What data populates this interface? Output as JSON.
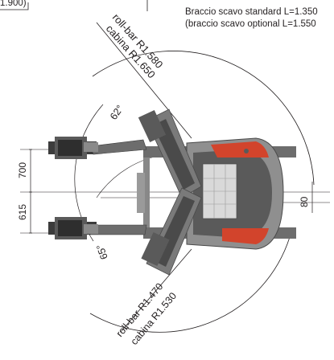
{
  "notes": {
    "top_left_fragment": "1.900)",
    "standard_arm": "Braccio scavo standard L=1.350",
    "optional_arm": "(braccio scavo optional L=1.550"
  },
  "labels": {
    "rollbar_top": "roll-bar R1.580",
    "cabin_top": "cabina R1.650",
    "rollbar_bottom": "roll-bar R1.470",
    "cabin_bottom": "cabina R1.530",
    "angle_top": "62°",
    "angle_bottom": "65°",
    "dim_700": "700",
    "dim_615": "615",
    "dim_80": "80"
  },
  "colors": {
    "line": "#231f20",
    "machine_dark": "#4a4a4a",
    "machine_mid": "#7a7a7a",
    "machine_light": "#b5b5b5",
    "accent_red": "#d2442c"
  }
}
